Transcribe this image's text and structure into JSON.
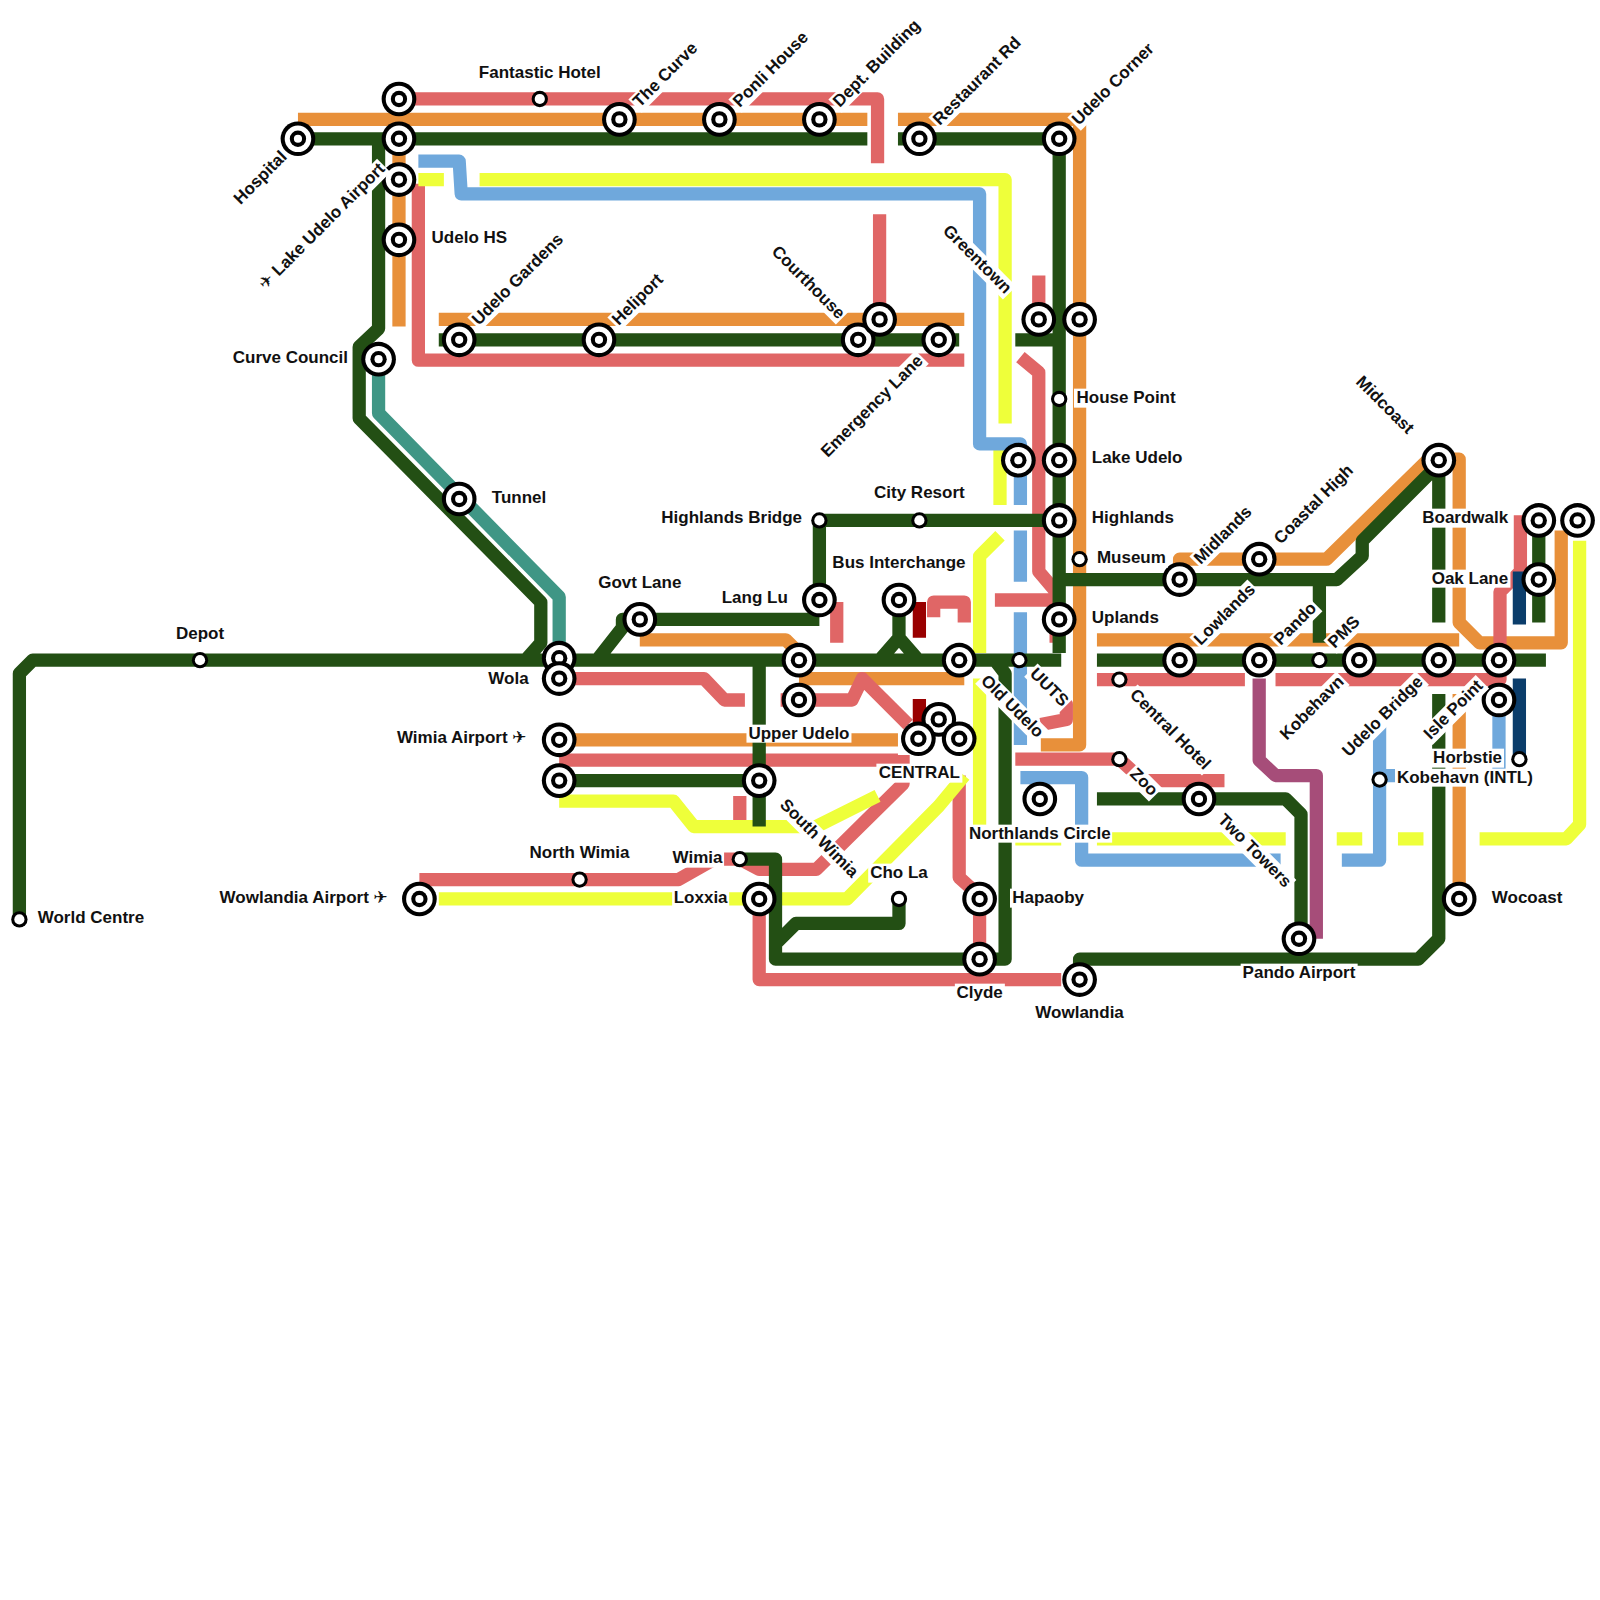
{
  "diagram": {
    "labels": [
      "Fantastic Hotel",
      "The Curve",
      "Ponli House",
      "Dept. Building",
      "Restaurant Rd",
      "Udelo Corner",
      "Hospital",
      "✈ Lake Udelo Airport",
      "Udelo HS",
      "Udelo Gardens",
      "Heliport",
      "Courthouse",
      "Greentown",
      "Curve Council",
      "Emergency Lane",
      "House Point",
      "Lake Udelo",
      "Tunnel",
      "Highlands Bridge",
      "City Resort",
      "Highlands",
      "Museum",
      "Bus Interchange",
      "Lang Lu",
      "Govt Lane",
      "Uplands",
      "Depot",
      "World Centre",
      "Wola",
      "Wimia Airport ✈",
      "Upper Udelo",
      "CENTRAL",
      "Old Udelo",
      "UUTS",
      "Midlands",
      "Coastal High",
      "Lowlands",
      "Pando",
      "PMS",
      "Kobehavn",
      "Udelo Bridge",
      "Isle Point",
      "Midcoast",
      "Boardwalk",
      "Oak Lane",
      "Horbstie",
      "Kobehavn (INTL)",
      "Central Hotel",
      "Zoo",
      "Two Towers",
      "Northlands Circle",
      "South Wimia",
      "North Wimia",
      "Wimia",
      "Wowlandia Airport ✈",
      "Loxxia",
      "Cho La",
      "Hapaoby",
      "Clyde",
      "Wowlandia",
      "Pando Airport",
      "Wocoast"
    ]
  }
}
